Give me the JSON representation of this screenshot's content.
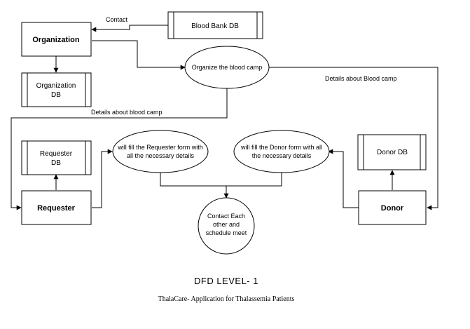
{
  "entities": {
    "organization": "Organization",
    "requester": "Requester",
    "donor": "Donor"
  },
  "stores": {
    "blood_bank_db": "Blood Bank DB",
    "organization_db": [
      "Organization",
      "DB"
    ],
    "requester_db": [
      "Requester",
      "DB"
    ],
    "donor_db": "Donor DB"
  },
  "processes": {
    "organize_camp": [
      "Organize the blood camp"
    ],
    "requester_form": [
      "will fill the Requester form with",
      "all the necessary details"
    ],
    "donor_form": [
      "will fill the Donor form with all",
      "the necessary details"
    ],
    "contact": [
      "Contact Each",
      "other and",
      "schedule meet"
    ]
  },
  "edge_labels": {
    "contact": "Contact",
    "details_left": "Details about blood camp",
    "details_right": "Details about Blood camp"
  },
  "caption": {
    "title": "DFD LEVEL- 1",
    "subtitle": "ThalaCare- Application for Thalassemia Patients"
  }
}
